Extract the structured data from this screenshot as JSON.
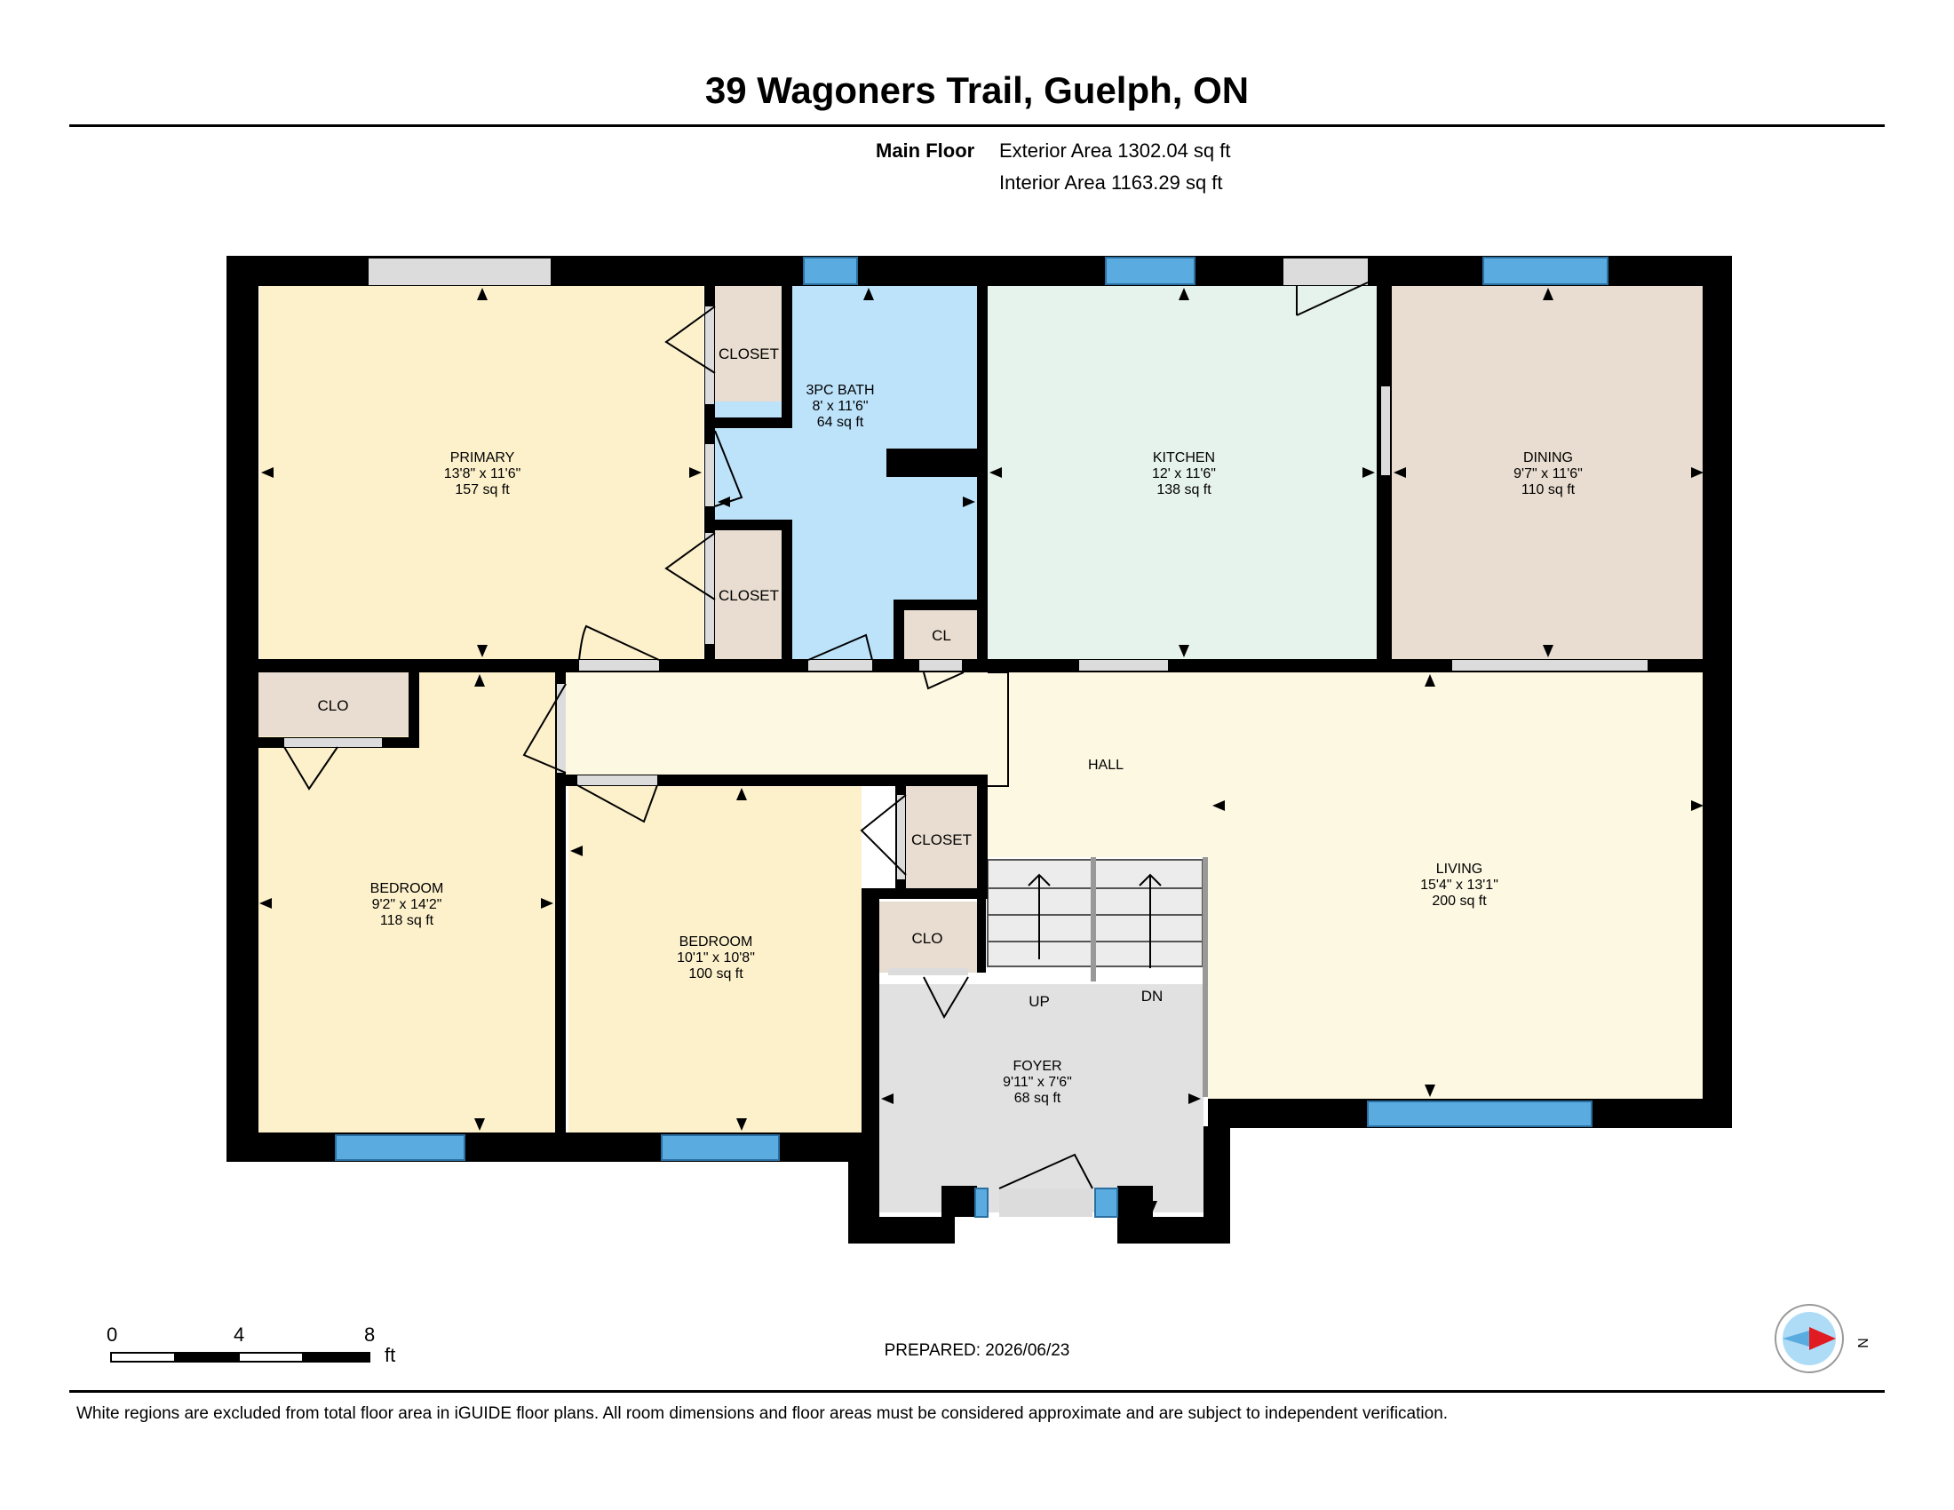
{
  "header": {
    "title": "39 Wagoners Trail, Guelph, ON",
    "floor_label": "Main Floor",
    "exterior_area": "Exterior Area 1302.04 sq ft",
    "interior_area": "Interior Area 1163.29 sq ft"
  },
  "rooms": {
    "primary": {
      "name": "PRIMARY",
      "dims": "13'8\" x 11'6\"",
      "area": "157 sq ft"
    },
    "bath": {
      "name": "3PC BATH",
      "dims": "8' x 11'6\"",
      "area": "64 sq ft"
    },
    "kitchen": {
      "name": "KITCHEN",
      "dims": "12' x 11'6\"",
      "area": "138 sq ft"
    },
    "dining": {
      "name": "DINING",
      "dims": "9'7\" x 11'6\"",
      "area": "110 sq ft"
    },
    "bedroom1": {
      "name": "BEDROOM",
      "dims": "9'2\" x 14'2\"",
      "area": "118 sq ft"
    },
    "bedroom2": {
      "name": "BEDROOM",
      "dims": "10'1\" x 10'8\"",
      "area": "100 sq ft"
    },
    "living": {
      "name": "LIVING",
      "dims": "15'4\" x 13'1\"",
      "area": "200 sq ft"
    },
    "foyer": {
      "name": "FOYER",
      "dims": "9'11\" x 7'6\"",
      "area": "68 sq ft"
    },
    "hall": {
      "name": "HALL"
    }
  },
  "labels": {
    "closet_a": "CLOSET",
    "closet_b": "CLOSET",
    "closet_c": "CLOSET",
    "cl": "CL",
    "clo_a": "CLO",
    "clo_b": "CLO",
    "up": "UP",
    "dn": "DN"
  },
  "scale": {
    "ticks": [
      "0",
      "4",
      "8"
    ],
    "unit": "ft"
  },
  "compass": {
    "letter": "N"
  },
  "prepared": "PREPARED: 2026/06/23",
  "disclaimer": "White regions are excluded from total floor area in iGUIDE floor plans. All room dimensions and floor areas must be considered approximate and are subject to independent verification.",
  "colors": {
    "primary": "#fdf1cc",
    "bath": "#bde3fb",
    "kitchen": "#e6f3ec",
    "dining": "#e8ddd0",
    "bedroom": "#fdf1cc",
    "hall": "#fdf8e2",
    "foyer": "#e1e1e1",
    "closet": "#e8ddd0",
    "window": "#5aace0",
    "wall": "#000000"
  }
}
